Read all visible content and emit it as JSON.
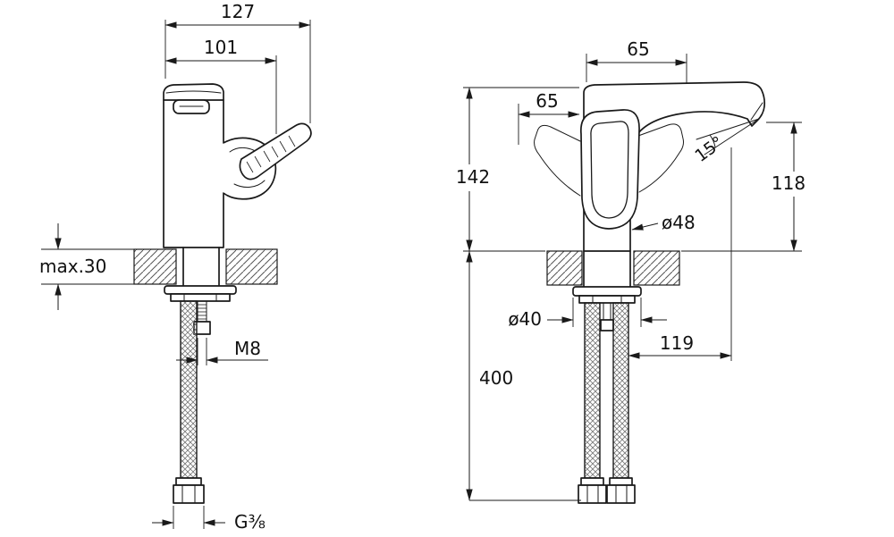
{
  "colors": {
    "line": "#1a1a1a",
    "background": "#ffffff"
  },
  "side_view": {
    "dim_overall_width": "127",
    "dim_body_width": "101",
    "dim_deck_thickness": "max.30",
    "dim_stud_thread": "M8",
    "dim_hose_thread": "G⅜"
  },
  "front_view": {
    "dim_top_width": "65",
    "dim_handle_width": "65",
    "dim_height_to_spout": "142",
    "dim_spout_angle": "15°",
    "dim_spout_height": "118",
    "dim_body_diameter": "ø48",
    "dim_base_diameter": "ø40",
    "dim_reach": "119",
    "dim_hose_length": "400"
  }
}
